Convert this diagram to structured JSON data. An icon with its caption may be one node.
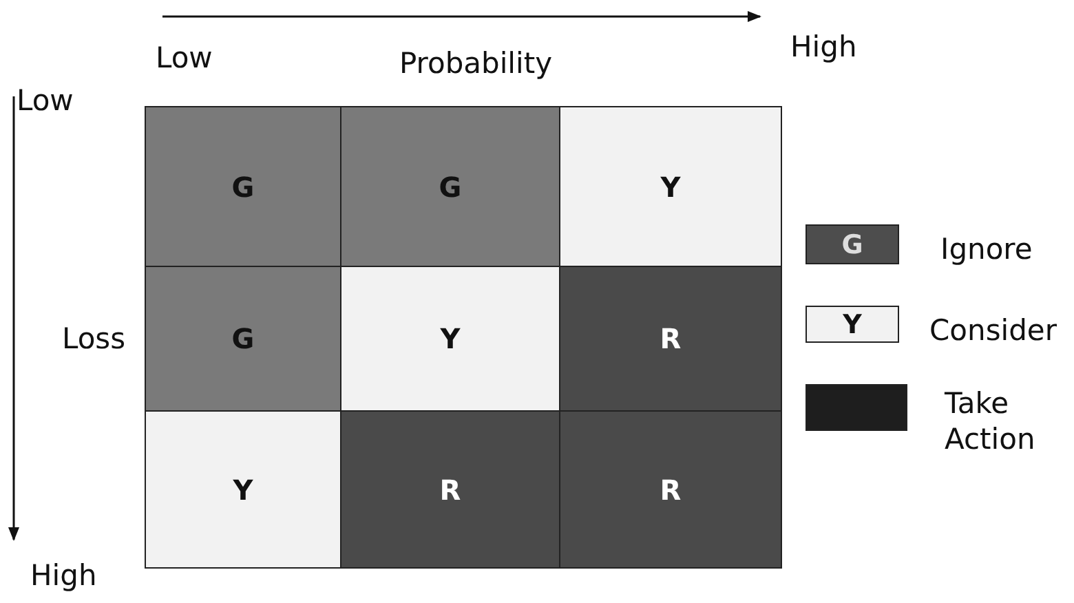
{
  "diagram": {
    "nodes": [
      {
        "text": [
          "G"
        ]
      },
      {
        "text": [
          "G"
        ]
      },
      {
        "text": [
          "Y"
        ]
      },
      {
        "text": [
          "G"
        ]
      },
      {
        "text": [
          "Y"
        ]
      },
      {
        "text": [
          "R"
        ]
      },
      {
        "text": [
          "Y"
        ]
      },
      {
        "text": [
          "R"
        ]
      },
      {
        "text": [
          "R"
        ]
      }
    ],
    "labels": [
      "Low",
      "Probability",
      "High",
      "Low",
      "Loss",
      "High",
      "G",
      "Y"
    ],
    "legend": [
      {
        "text": "Ignore",
        "color": "#4d4d4d"
      },
      {
        "text": "Consider",
        "color": "#f2f2f2"
      },
      {
        "text": "Take Action",
        "color": "#1e1e1e"
      }
    ]
  }
}
